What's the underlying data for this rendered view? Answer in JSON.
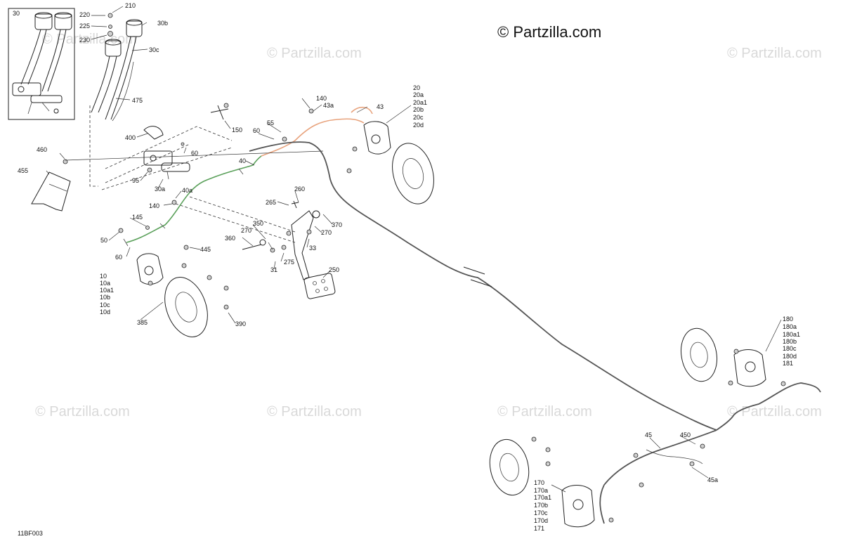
{
  "copyright": "© Partzilla.com",
  "watermark": "© Partzilla.com",
  "diagram_code": "11BF003",
  "labels": {
    "l30": "30",
    "l220": "220",
    "l225": "225",
    "l230": "230",
    "l210": "210",
    "l30b": "30b",
    "l30c": "30c",
    "l475": "475",
    "l400": "400",
    "l150": "150",
    "l60a": "60",
    "l60b": "60",
    "l55": "55",
    "l40": "40",
    "l95": "95",
    "l30a": "30a",
    "l40a": "40a",
    "l140a": "140",
    "l460": "460",
    "l455": "455",
    "l145": "145",
    "l50": "50",
    "l60c": "60",
    "l445": "445",
    "l385": "385",
    "l390": "390",
    "l10": "10",
    "l10a": "10a",
    "l10a1": "10a1",
    "l10b": "10b",
    "l10c": "10c",
    "l10d": "10d",
    "l140b": "140",
    "l43a": "43a",
    "l43": "43",
    "l20": "20",
    "l20a": "20a",
    "l20a1": "20a1",
    "l20b": "20b",
    "l20c": "20c",
    "l20d": "20d",
    "l260": "260",
    "l265": "265",
    "l270a": "270",
    "l270b": "270",
    "l370": "370",
    "l350": "350",
    "l360": "360",
    "l275": "275",
    "l33": "33",
    "l31": "31",
    "l250": "250",
    "l180": "180",
    "l180a": "180a",
    "l180a1": "180a1",
    "l180b": "180b",
    "l180c": "180c",
    "l180d": "180d",
    "l181": "181",
    "l45": "45",
    "l450": "450",
    "l45a": "45a",
    "l170": "170",
    "l170a": "170a",
    "l170a1": "170a1",
    "l170b": "170b",
    "l170c": "170c",
    "l170d": "170d",
    "l171": "171"
  }
}
